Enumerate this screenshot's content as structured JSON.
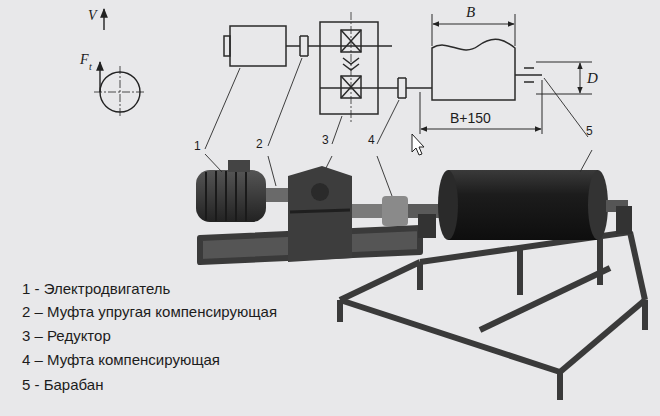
{
  "diagram": {
    "labels": [
      "V",
      "F",
      "t",
      "B",
      "D",
      "B+150",
      "1",
      "2",
      "3",
      "4",
      "5",
      "1 - Электродвигатель",
      "2 – Муфта упругая компенсирующая",
      "3 – Редуктор",
      "4 – Муфта компенсирующая",
      "5 - Барабан"
    ]
  }
}
